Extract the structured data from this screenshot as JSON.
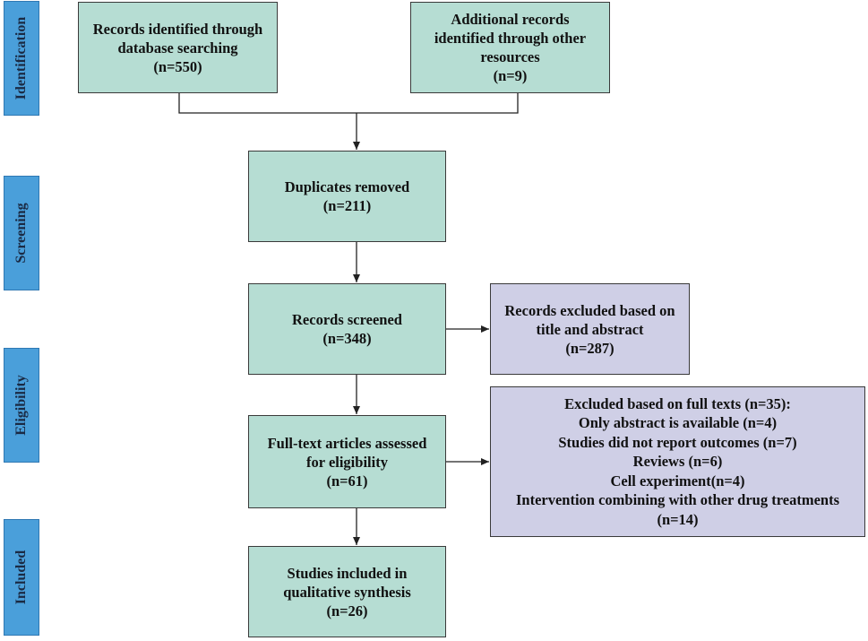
{
  "phases": {
    "identification": "Identification",
    "screening": "Screening",
    "eligibility": "Eligibility",
    "included": "Included"
  },
  "boxes": {
    "database_records": {
      "lines": [
        "Records identified through",
        "database searching",
        "(n=550)"
      ]
    },
    "other_records": {
      "lines": [
        "Additional records",
        "identified through other",
        "resources",
        "(n=9)"
      ]
    },
    "duplicates_removed": {
      "lines": [
        "Duplicates removed",
        "(n=211)"
      ]
    },
    "records_screened": {
      "lines": [
        "Records screened",
        "(n=348)"
      ]
    },
    "excluded_title_abstract": {
      "lines": [
        "Records excluded based on",
        "title and abstract",
        "(n=287)"
      ]
    },
    "full_text_assessed": {
      "lines": [
        "Full-text articles assessed",
        "for eligibility",
        "(n=61)"
      ]
    },
    "excluded_full_text": {
      "lines": [
        "Excluded based on full texts (n=35):",
        "Only abstract is available (n=4)",
        "Studies did not report outcomes (n=7)",
        "Reviews (n=6)",
        "Cell experiment(n=4)",
        "Intervention combining with other drug treatments",
        "(n=14)"
      ]
    },
    "studies_included": {
      "lines": [
        "Studies included in",
        "qualitative synthesis",
        "(n=26)"
      ]
    }
  },
  "colors": {
    "phase_fill": "#4a9fda",
    "main_box_fill": "#b6ddd3",
    "exclusion_box_fill": "#cfcfe6",
    "line": "#222222"
  }
}
